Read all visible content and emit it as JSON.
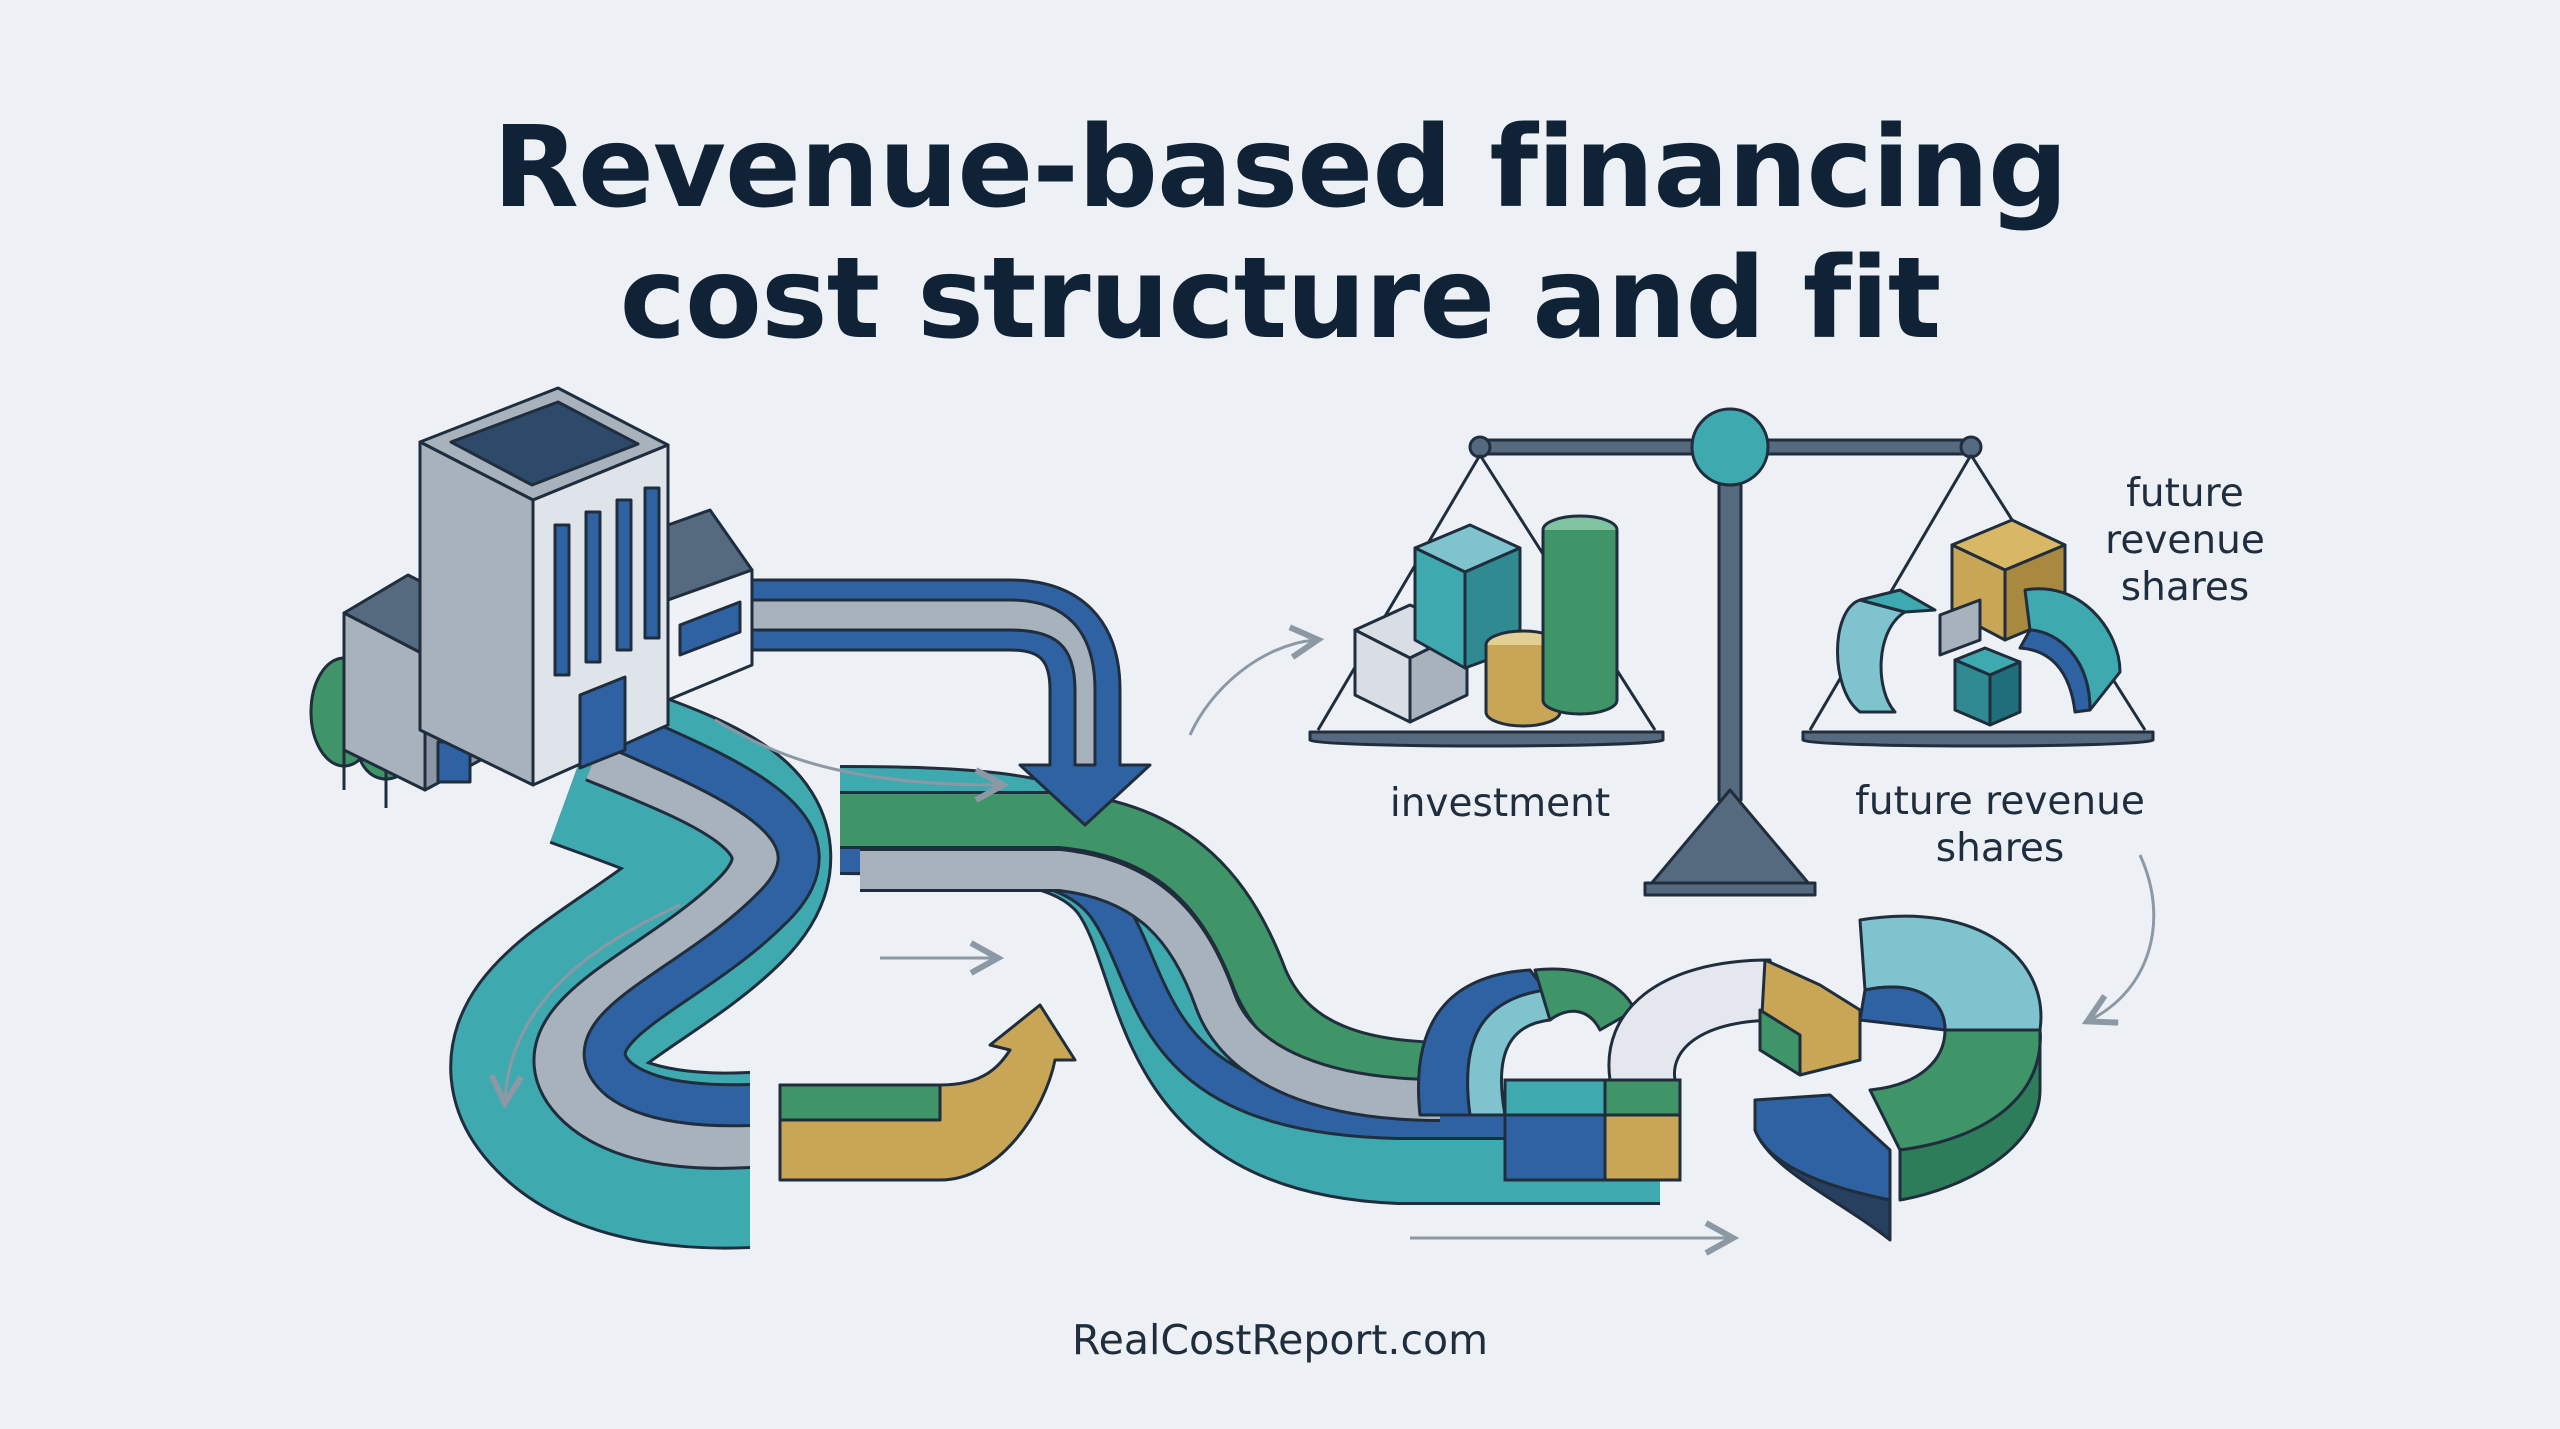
{
  "title": {
    "line1": "Revenue-based financing",
    "line2": "cost structure and fit"
  },
  "labels": {
    "investment": "investment",
    "future_revenue_bottom_1": "future revenue",
    "future_revenue_bottom_2": "shares",
    "future_revenue_top_1": "future",
    "future_revenue_top_2": "revenue",
    "future_revenue_top_3": "shares"
  },
  "footer": "RealCostReport.com",
  "colors": {
    "background": "#edf1f6",
    "navy": "#0f2236",
    "blue": "#2f62a3",
    "teal": "#3fa9b0",
    "green": "#3f9468",
    "gray": "#a8b2bd",
    "gold": "#c9a656",
    "slate": "#55697f"
  },
  "icons": [
    "building-icon",
    "scale-icon",
    "winding-road-icon",
    "curved-arrow-icon"
  ]
}
